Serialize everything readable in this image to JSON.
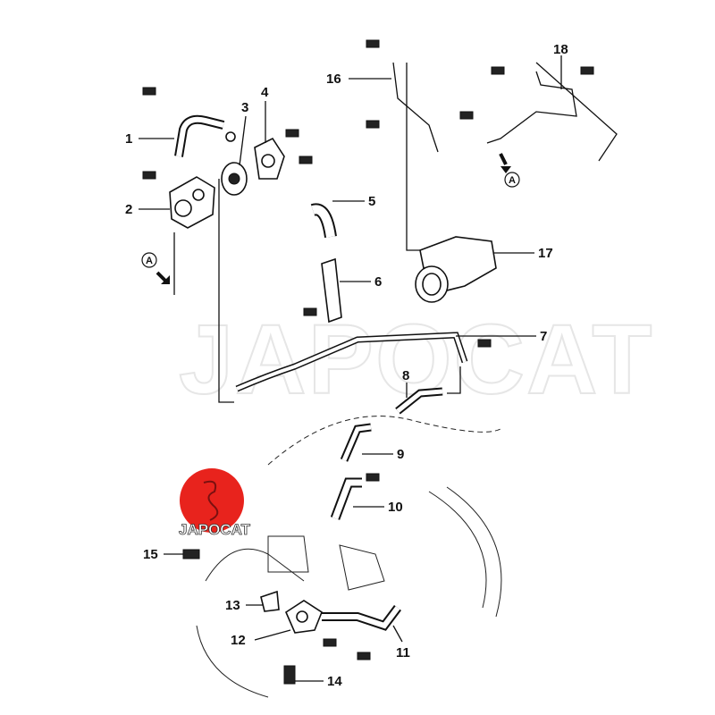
{
  "watermark": "JAPOCAT",
  "logo": {
    "text": "JAPOCAT",
    "color": "#e8231d"
  },
  "callouts": [
    "1",
    "2",
    "3",
    "4",
    "5",
    "6",
    "7",
    "8",
    "9",
    "10",
    "11",
    "12",
    "13",
    "14",
    "15",
    "16",
    "17",
    "18"
  ],
  "reference_marker": "A"
}
